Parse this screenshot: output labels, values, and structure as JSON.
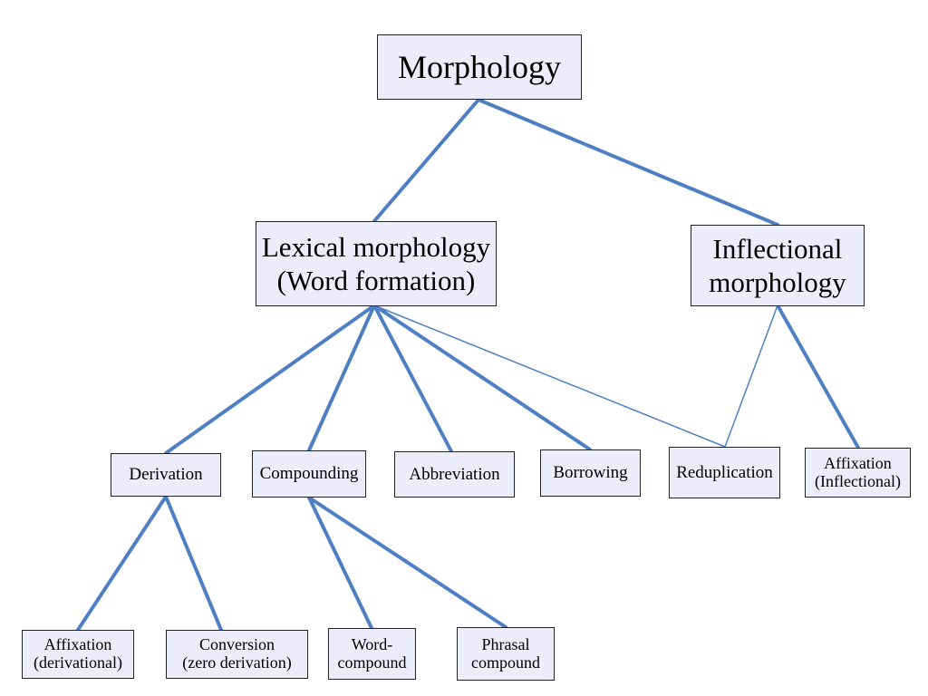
{
  "diagram": {
    "line_color": "#4f7fc3",
    "node_fill": "#ececfb",
    "node_border": "#222222",
    "nodes": {
      "morphology": "Morphology",
      "lexical": "Lexical morphology\n(Word formation)",
      "inflectional": "Inflectional\nmorphology",
      "derivation": "Derivation",
      "compounding": "Compounding",
      "abbreviation": "Abbreviation",
      "borrowing": "Borrowing",
      "reduplication": "Reduplication",
      "affixation_inflectional": "Affixation\n(Inflectional)",
      "affixation_derivational": "Affixation\n(derivational)",
      "conversion": "Conversion\n(zero derivation)",
      "word_compound": "Word-\ncompound",
      "phrasal_compound": "Phrasal\ncompound"
    },
    "edges": [
      {
        "from": "morphology",
        "to": "lexical",
        "weight": "thick"
      },
      {
        "from": "morphology",
        "to": "inflectional",
        "weight": "thick"
      },
      {
        "from": "lexical",
        "to": "derivation",
        "weight": "thick"
      },
      {
        "from": "lexical",
        "to": "compounding",
        "weight": "thick"
      },
      {
        "from": "lexical",
        "to": "abbreviation",
        "weight": "thick"
      },
      {
        "from": "lexical",
        "to": "borrowing",
        "weight": "thick"
      },
      {
        "from": "lexical",
        "to": "reduplication",
        "weight": "thin"
      },
      {
        "from": "inflectional",
        "to": "reduplication",
        "weight": "thin"
      },
      {
        "from": "inflectional",
        "to": "affixation_inflectional",
        "weight": "thick"
      },
      {
        "from": "derivation",
        "to": "affixation_derivational",
        "weight": "thick"
      },
      {
        "from": "derivation",
        "to": "conversion",
        "weight": "thick"
      },
      {
        "from": "compounding",
        "to": "word_compound",
        "weight": "thick"
      },
      {
        "from": "compounding",
        "to": "phrasal_compound",
        "weight": "thick"
      }
    ]
  }
}
